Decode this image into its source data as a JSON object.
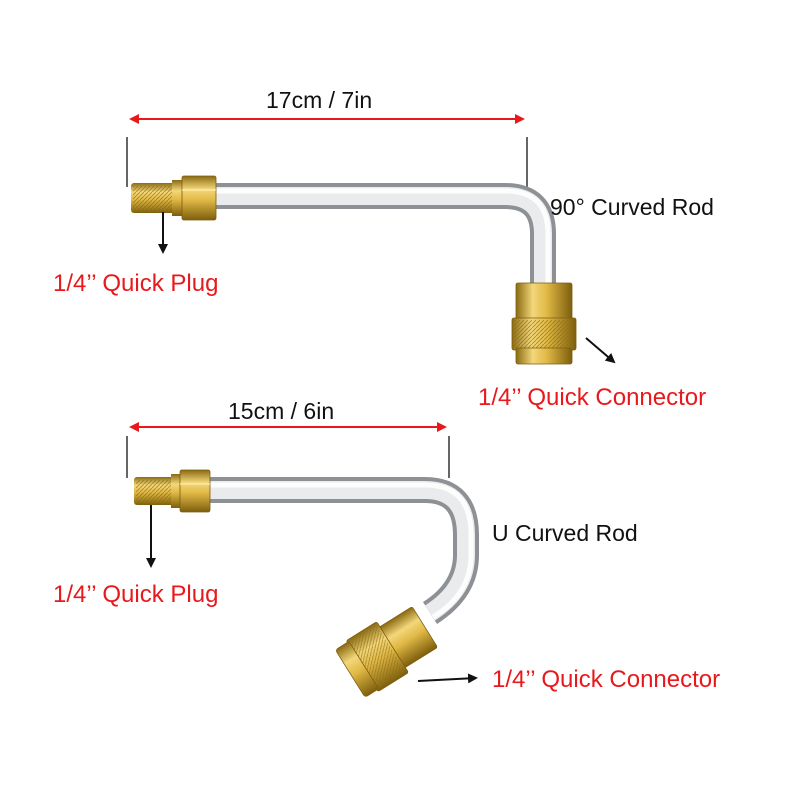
{
  "colors": {
    "annotation_red": "#e8191c",
    "text_dark": "#111111",
    "brass": "#d9b23f",
    "chrome": "#d6d8da"
  },
  "rods": [
    {
      "name": "90° Curved Rod",
      "length": "17cm / 7in",
      "plug_label": "1/4’’ Quick Plug",
      "connector_label": "1/4’’ Quick Connector"
    },
    {
      "name": "U Curved Rod",
      "length": "15cm / 6in",
      "plug_label": "1/4’’ Quick Plug",
      "connector_label": "1/4’’ Quick Connector"
    }
  ]
}
